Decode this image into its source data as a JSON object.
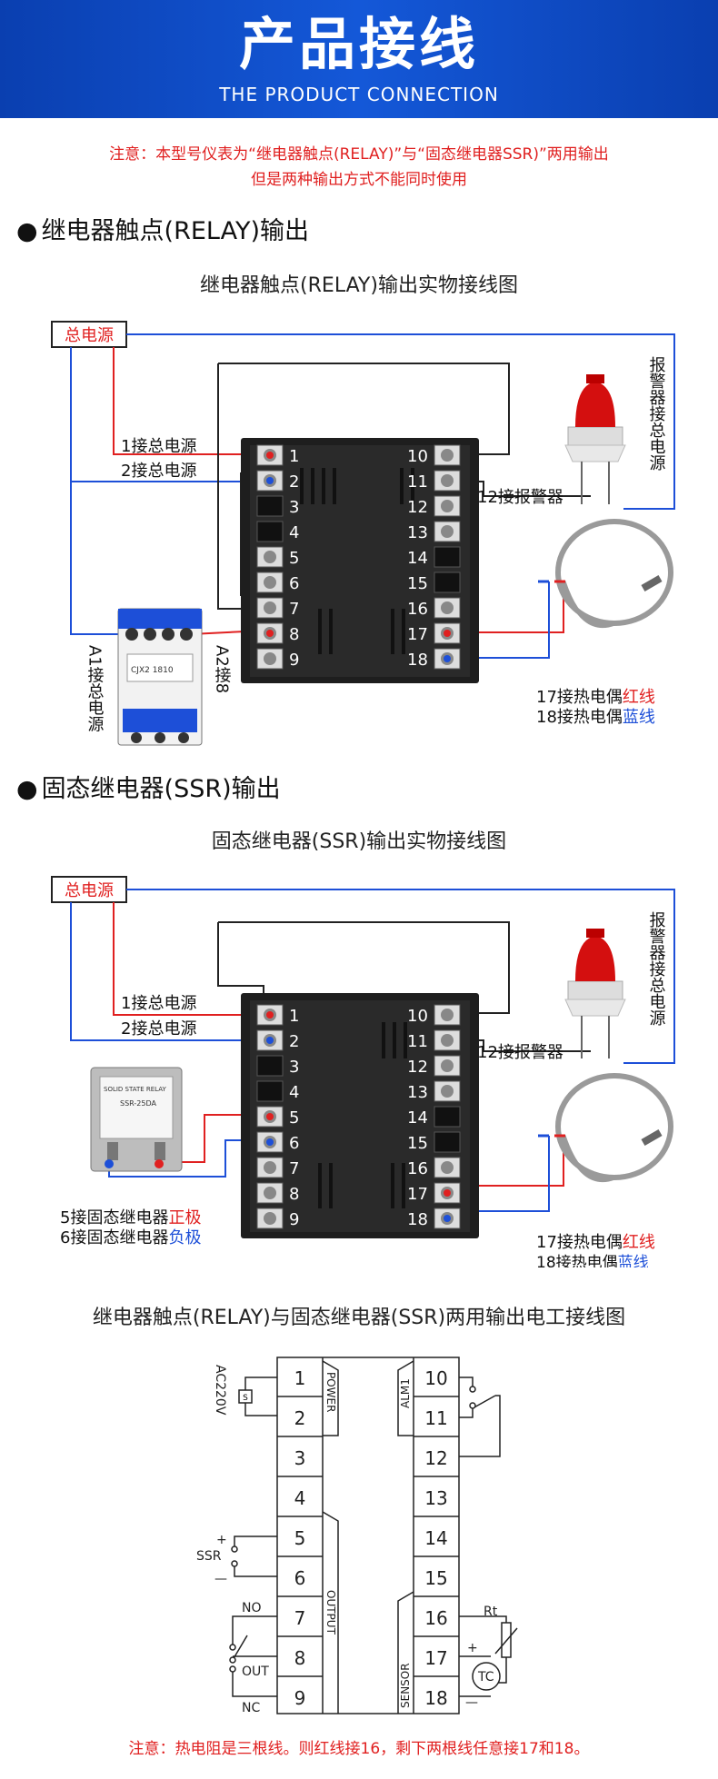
{
  "header": {
    "title": "产品接线",
    "subtitle": "THE PRODUCT CONNECTION"
  },
  "notice": {
    "line1": "注意：本型号仪表为“继电器触点(RELAY)”与“固态继电器SSR)”两用输出",
    "line2": "但是两种输出方式不能同时使用"
  },
  "relay_section": {
    "heading": "继电器触点(RELAY)输出",
    "caption": "继电器触点(RELAY)输出实物接线图",
    "power_box": "总电源",
    "lbl_1": "1接总电源",
    "lbl_2": "2接总电源",
    "lbl_12": "12接报警器",
    "alarm_label": "报警器接总电源",
    "a1_label": "A1接总电源",
    "a2_label": "A2接8",
    "tc_17_prefix": "17接热电偶",
    "tc_17_color": "红线",
    "tc_18_prefix": "18接热电偶",
    "tc_18_color": "蓝线",
    "contactor_text": "CJX2 1810"
  },
  "ssr_section": {
    "heading": "固态继电器(SSR)输出",
    "caption": "固态继电器(SSR)输出实物接线图",
    "power_box": "总电源",
    "lbl_1": "1接总电源",
    "lbl_2": "2接总电源",
    "lbl_12": "12接报警器",
    "alarm_label": "报警器接总电源",
    "ssr_5_prefix": "5接固态继电器",
    "ssr_5_color": "正极",
    "ssr_6_prefix": "6接固态继电器",
    "ssr_6_color": "负极",
    "tc_17_prefix": "17接热电偶",
    "tc_17_color": "红线",
    "tc_18_prefix": "18接热电偶",
    "tc_18_color": "蓝线",
    "ssr_text": "SOLID STATE RELAY",
    "ssr_model": "SSR-25DA"
  },
  "terminals_left": [
    "1",
    "2",
    "3",
    "4",
    "5",
    "6",
    "7",
    "8",
    "9"
  ],
  "terminals_right": [
    "10",
    "11",
    "12",
    "13",
    "14",
    "15",
    "16",
    "17",
    "18"
  ],
  "schematic": {
    "caption": "继电器触点(RELAY)与固态继电器(SSR)两用输出电工接线图",
    "left_numbers": [
      "1",
      "2",
      "3",
      "4",
      "5",
      "6",
      "7",
      "8",
      "9"
    ],
    "right_numbers": [
      "10",
      "11",
      "12",
      "13",
      "14",
      "15",
      "16",
      "17",
      "18"
    ],
    "power_label": "POWER",
    "output_label": "OUTPUT",
    "alm_label": "ALM1",
    "sensor_label": "SENSOR",
    "ac_label": "AC220V",
    "ssr_label": "SSR",
    "plus": "+",
    "minus": "—",
    "no_label": "NO",
    "out_label": "OUT",
    "nc_label": "NC",
    "rt_label": "Rt",
    "tc_label": "TC"
  },
  "footer_note": "注意：热电阻是三根线。则红线接16，剩下两根线任意接17和18。",
  "colors": {
    "banner": "#1458d8",
    "red_wire": "#e02020",
    "blue_wire": "#1d4fd8"
  }
}
